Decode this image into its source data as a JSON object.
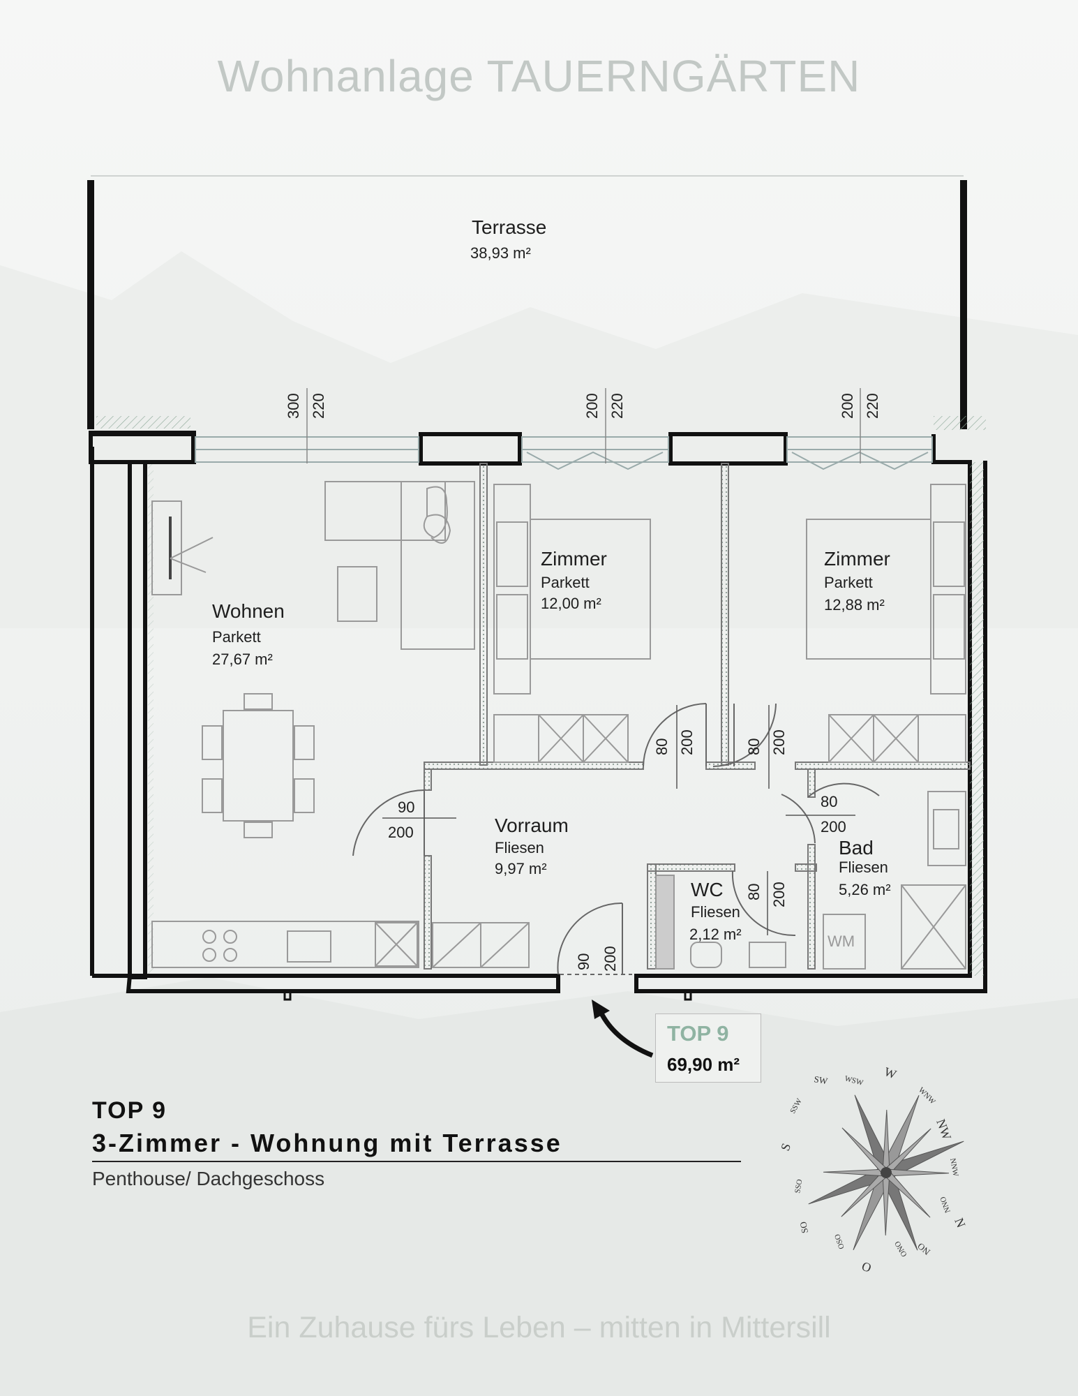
{
  "page_title": "Wohnanlage TAUERNGÄRTEN",
  "footer": "Ein Zuhause fürs Leben – mitten in Mittersill",
  "rooms": {
    "terrasse": {
      "name": "Terrasse",
      "area": "38,93 m²"
    },
    "wohnen": {
      "name": "Wohnen",
      "floor": "Parkett",
      "area": "27,67 m²"
    },
    "zimmer1": {
      "name": "Zimmer",
      "floor": "Parkett",
      "area": "12,00 m²"
    },
    "zimmer2": {
      "name": "Zimmer",
      "floor": "Parkett",
      "area": "12,88 m²"
    },
    "vorraum": {
      "name": "Vorraum",
      "floor": "Fliesen",
      "area": "9,97 m²"
    },
    "wc": {
      "name": "WC",
      "floor": "Fliesen",
      "area": "2,12 m²"
    },
    "bad": {
      "name": "Bad",
      "floor": "Fliesen",
      "area": "5,26 m²"
    }
  },
  "dimensions": {
    "win1_w": "300",
    "win1_h": "220",
    "win2_w": "200",
    "win2_h": "220",
    "win3_w": "200",
    "win3_h": "220",
    "door_wohnen_w": "90",
    "door_wohnen_h": "200",
    "door_z1_w": "80",
    "door_z1_h": "200",
    "door_z2_w": "80",
    "door_z2_h": "200",
    "door_bad_w": "80",
    "door_bad_h": "200",
    "door_wc_w": "80",
    "door_wc_h": "200",
    "door_entry_w": "90",
    "door_entry_h": "200"
  },
  "appliance_wm": "WM",
  "unit_badge": {
    "label": "TOP 9",
    "area": "69,90 m²"
  },
  "info": {
    "unit": "TOP 9",
    "type": "3-Zimmer - Wohnung mit Terrasse",
    "floor": "Penthouse/ Dachgeschoss"
  },
  "compass": {
    "N": "N",
    "NNO": "NNO",
    "NO": "NO",
    "ONO": "ONO",
    "O": "O",
    "OSO": "OSO",
    "SO": "SO",
    "SSO": "SSO",
    "S": "S",
    "SSW": "SSW",
    "SW": "SW",
    "WSW": "WSW",
    "W": "W",
    "WNW": "WNW",
    "NW": "NW",
    "NNW": "NNW"
  },
  "colors": {
    "accent": "#8fb3a2",
    "wall": "#111111",
    "title": "#c2c8c5"
  }
}
